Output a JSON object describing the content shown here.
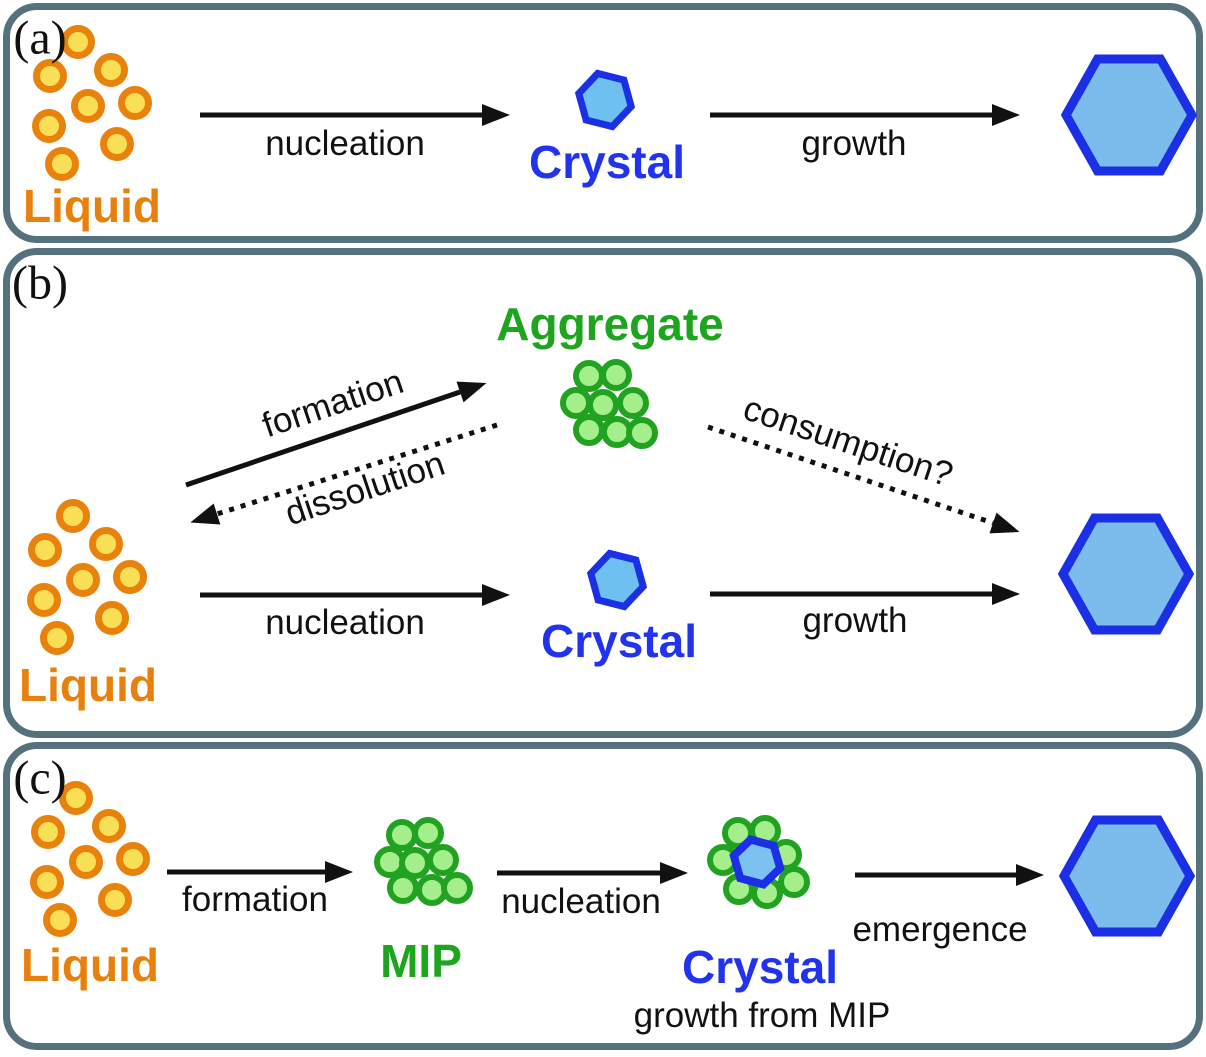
{
  "colors": {
    "panel_border": "#54717d",
    "liquid_circle_border": "#e8820c",
    "liquid_circle_fill": "#f8df55",
    "liquid_text": "#e8800d",
    "green_circle_border": "#21a321",
    "green_circle_fill": "#a4ef8c",
    "green_text": "#1da51d",
    "crystal_hex_border": "#1b2fe4",
    "crystal_hex_fill_small": "#6ec0f0",
    "crystal_hex_fill_big": "#7bbcec",
    "crystal_text": "#2233ee",
    "arrow": "#111111",
    "background": "#ffffff"
  },
  "icons": {
    "liquid_particle": "orange-yellow-circle",
    "aggregate_particle": "green-circle",
    "crystal_shape": "blue-hexagon",
    "solid_arrow": "black-solid-arrow",
    "dotted_arrow": "black-dotted-arrow"
  },
  "panel_a": {
    "label": "(a)",
    "liquid": "Liquid",
    "nucleation": "nucleation",
    "crystal": "Crystal",
    "growth": "growth"
  },
  "panel_b": {
    "label": "(b)",
    "aggregate": "Aggregate",
    "formation": "formation",
    "dissolution": "dissolution",
    "consumption": "consumption?",
    "liquid": "Liquid",
    "nucleation": "nucleation",
    "crystal": "Crystal",
    "growth": "growth"
  },
  "panel_c": {
    "label": "(c)",
    "liquid": "Liquid",
    "formation": "formation",
    "mip": "MIP",
    "nucleation": "nucleation",
    "crystal": "Crystal",
    "growth_from_mip": "growth from MIP",
    "emergence": "emergence"
  }
}
